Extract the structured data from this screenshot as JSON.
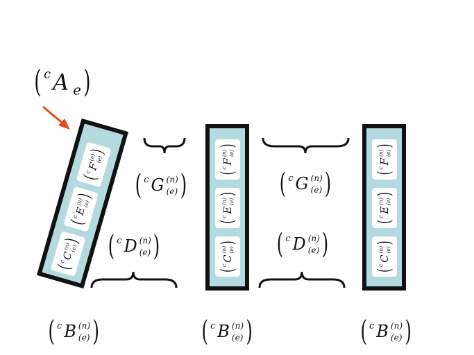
{
  "title_label": {
    "open": "(",
    "pre": "c",
    "base": "A",
    "sub": "e",
    "close": ")"
  },
  "colors": {
    "box_fill": "#b3dbdf",
    "arrow": "#e24a1f",
    "outline": "#111111"
  },
  "boxes": [
    {
      "items": [
        {
          "open": "(",
          "pre": "c",
          "base": "F",
          "sup": "(n)",
          "sub": "(e)",
          "close": ")"
        },
        {
          "open": "(",
          "pre": "c",
          "base": "E",
          "sup": "(n)",
          "sub": "(e)",
          "close": ")"
        },
        {
          "open": "(",
          "pre": "c",
          "base": "C",
          "sup": "(n)",
          "sub": "(e)",
          "close": ")"
        }
      ]
    },
    {
      "items": [
        {
          "open": "(",
          "pre": "c",
          "base": "F",
          "sup": "(n)",
          "sub": "(e)",
          "close": ")"
        },
        {
          "open": "(",
          "pre": "c",
          "base": "E",
          "sup": "(n)",
          "sub": "(e)",
          "close": ")"
        },
        {
          "open": "(",
          "pre": "c",
          "base": "C",
          "sup": "(n)",
          "sub": "(e)",
          "close": ")"
        }
      ]
    },
    {
      "items": [
        {
          "open": "(",
          "pre": "c",
          "base": "F",
          "sup": "(n)",
          "sub": "(e)",
          "close": ")"
        },
        {
          "open": "(",
          "pre": "c",
          "base": "E",
          "sup": "(n)",
          "sub": "(e)",
          "close": ")"
        },
        {
          "open": "(",
          "pre": "c",
          "base": "C",
          "sup": "(n)",
          "sub": "(e)",
          "close": ")"
        }
      ]
    }
  ],
  "g_labels": [
    {
      "open": "(",
      "pre": "c",
      "base": "G",
      "sup": "(n)",
      "sub": "(e)",
      "close": ")"
    },
    {
      "open": "(",
      "pre": "c",
      "base": "G",
      "sup": "(n)",
      "sub": "(e)",
      "close": ")"
    }
  ],
  "d_labels": [
    {
      "open": "(",
      "pre": "c",
      "base": "D",
      "sup": "(n)",
      "sub": "(e)",
      "close": ")"
    },
    {
      "open": "(",
      "pre": "c",
      "base": "D",
      "sup": "(n)",
      "sub": "(e)",
      "close": ")"
    }
  ],
  "b_labels": [
    {
      "open": "(",
      "pre": "c",
      "base": "B",
      "sup": "(n)",
      "sub": "(e)",
      "close": ")"
    },
    {
      "open": "(",
      "pre": "c",
      "base": "B",
      "sup": "(n)",
      "sub": "(e)",
      "close": ")"
    },
    {
      "open": "(",
      "pre": "c",
      "base": "B",
      "sup": "(n)",
      "sub": "(e)",
      "close": ")"
    }
  ]
}
